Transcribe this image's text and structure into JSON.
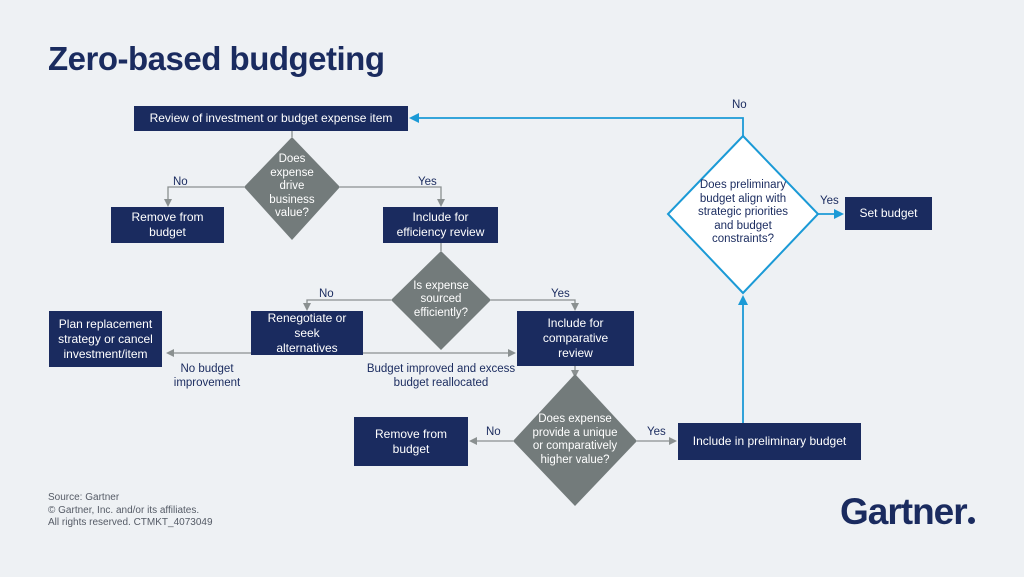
{
  "title": "Zero-based budgeting",
  "boxes": {
    "review": "Review of investment or budget expense item",
    "remove_top": "Remove from budget",
    "include_efficiency": "Include for efficiency review",
    "plan_replacement": "Plan replacement strategy or cancel investment/item",
    "renegotiate": "Renegotiate or seek alternatives",
    "include_comparative": "Include for comparative review",
    "remove_bottom": "Remove from budget",
    "include_preliminary": "Include in preliminary budget",
    "set_budget": "Set budget"
  },
  "diamonds": {
    "drive_value": "Does expense drive business value?",
    "sourced": "Is expense sourced efficiently?",
    "unique_value": "Does expense provide a unique or comparatively higher value?",
    "align": "Does preliminary budget align with strategic priorities and budget constraints?"
  },
  "labels": {
    "no_1": "No",
    "yes_1": "Yes",
    "no_2": "No",
    "yes_2": "Yes",
    "no_budget_improvement": "No budget improvement",
    "budget_improved": "Budget improved and excess budget reallocated",
    "no_3": "No",
    "yes_3": "Yes",
    "yes_4": "Yes",
    "no_4": "No"
  },
  "footer": {
    "source": "Source: Gartner",
    "copyright": "© Gartner, Inc. and/or its affiliates.",
    "rights": "All rights reserved. CTMKT_4073049"
  },
  "logo": "Gartner",
  "colors": {
    "navy": "#1a2b5f",
    "gray_diamond": "#737b7b",
    "blue_accent": "#1b9ad6",
    "background": "#eef1f4"
  }
}
